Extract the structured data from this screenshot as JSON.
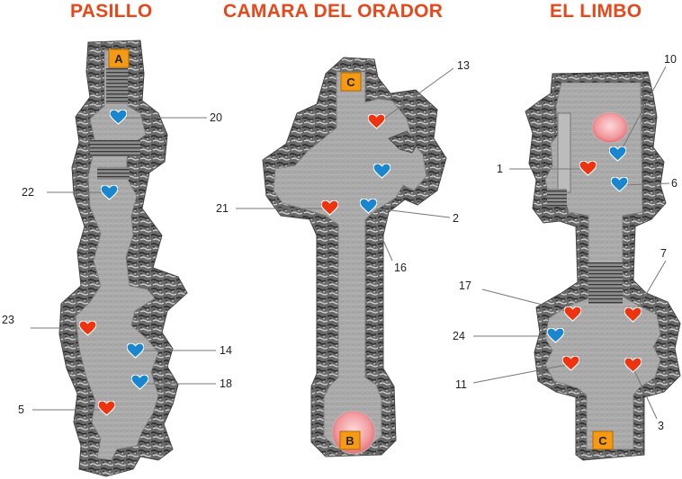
{
  "titles": {
    "pasillo": "PASILLO",
    "camara": "CAMARA DEL ORADOR",
    "limbo": "EL LIMBO"
  },
  "colors": {
    "title": "#e8471a",
    "heart_red": "#ee3311",
    "heart_blue": "#1a86d0",
    "marker": "#f59a12",
    "floor": "#a9a9a9",
    "rock": "#5a5a5a",
    "portal": "#f08f94"
  },
  "letter_markers": [
    "A",
    "C",
    "B",
    "C"
  ],
  "callouts": {
    "pasillo": [
      "20",
      "22",
      "23",
      "14",
      "18",
      "5"
    ],
    "camara": [
      "13",
      "21",
      "2",
      "16"
    ],
    "limbo": [
      "10",
      "1",
      "6",
      "7",
      "17",
      "24",
      "11",
      "3"
    ]
  },
  "hearts": {
    "pasillo": [
      {
        "id": "20",
        "color": "blue"
      },
      {
        "id": "22",
        "color": "blue"
      },
      {
        "id": "23",
        "color": "red"
      },
      {
        "id": "14",
        "color": "blue"
      },
      {
        "id": "18",
        "color": "blue"
      },
      {
        "id": "5",
        "color": "red"
      }
    ],
    "camara": [
      {
        "id": "13",
        "color": "red"
      },
      {
        "id": "2",
        "color": "blue"
      },
      {
        "id": "21",
        "color": "red"
      },
      {
        "id": "16",
        "color": "blue"
      }
    ],
    "limbo": [
      {
        "id": "10",
        "color": "blue"
      },
      {
        "id": "1",
        "color": "red"
      },
      {
        "id": "6",
        "color": "blue"
      },
      {
        "id": "17",
        "color": "red"
      },
      {
        "id": "7",
        "color": "red"
      },
      {
        "id": "24",
        "color": "blue"
      },
      {
        "id": "11",
        "color": "red"
      },
      {
        "id": "3",
        "color": "red"
      }
    ]
  }
}
